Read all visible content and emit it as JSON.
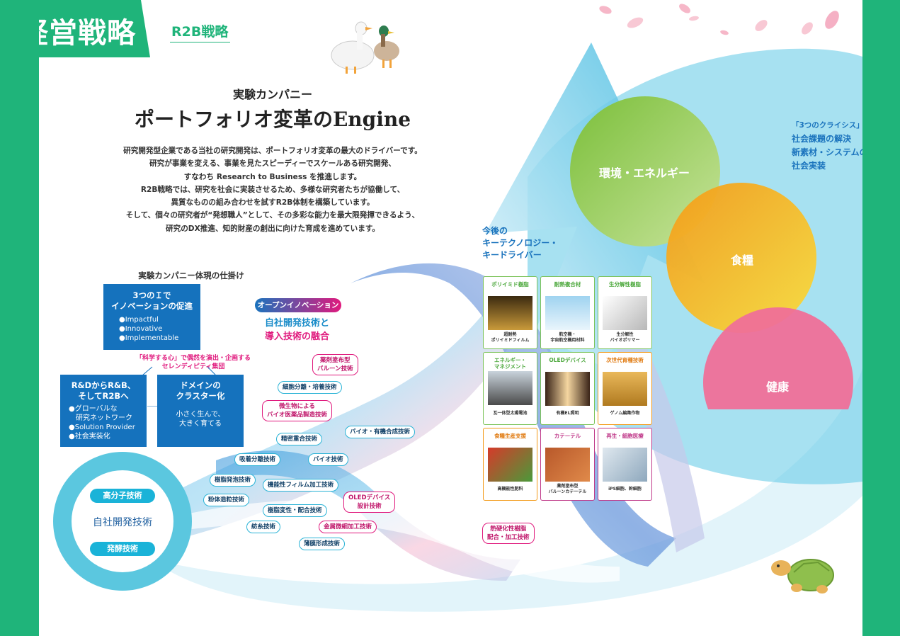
{
  "header": {
    "title": "経営戦略",
    "tag": "R2B戦略"
  },
  "hero": {
    "subtitle": "実験カンパニー",
    "title": "ポートフォリオ変革のEngine"
  },
  "intro_lines": [
    "研究開発型企業である当社の研究開発は、ポートフォリオ変革の最大のドライバーです。",
    "研究が事業を変える、事業を見たスピーディーでスケールある研究開発、",
    "すなわち Research to Business を推進します。",
    "R2B戦略では、研究を社会に実装させるため、多様な研究者たちが協働して、",
    "異質なものの組み合わせを試すR2B体制を構築しています。",
    "そして、個々の研究者が“発想職人”として、その多彩な能力を最大限発揮できるよう、",
    "研究のDX推進、知的財産の創出に向けた育成を進めています。"
  ],
  "mechanism": {
    "title": "実験カンパニー体現の仕掛け",
    "box1": {
      "heading_1": "3つのＩで",
      "heading_2": "イノベーションの促進",
      "items": [
        "●Impactful",
        "●Innovative",
        "●Implementable"
      ]
    },
    "serendipity_1": "「科学する心」で偶然を演出・企画する",
    "serendipity_2": "セレンディピティ集団",
    "box2": {
      "heading_1": "R&DからR&B、",
      "heading_2": "そしてR2Bへ",
      "items": [
        "●グローバルな",
        "　研究ネットワーク",
        "●Solution Provider",
        "●社会実装化"
      ]
    },
    "box3": {
      "heading_1": "ドメインの",
      "heading_2": "クラスター化",
      "text_1": "小さく生んで、",
      "text_2": "大きく育てる"
    }
  },
  "core": {
    "polymer": "高分子技術",
    "center": "自社開発技術",
    "fermentation": "発酵技術"
  },
  "open_innovation": {
    "pill": "オープンイノベーション",
    "line_1": "自社開発技術と",
    "line_2": "導入技術の融合"
  },
  "tech_tags": {
    "t01": "薬剤塗布型\nバルーン技術",
    "t02": "細胞分離・培養技術",
    "t03": "微生物による\nバイオ医薬品製造技術",
    "t04": "精密重合技術",
    "t05": "バイオ・有機合成技術",
    "t06": "吸着分離技術",
    "t07": "バイオ技術",
    "t08": "樹脂発泡技術",
    "t09": "機能性フィルム加工技術",
    "t10": "粉体造粒技術",
    "t11": "OLEDデバイス\n設計技術",
    "t12": "樹脂変性・配合技術",
    "t13": "紡糸技術",
    "t14": "金属微細加工技術",
    "t15": "薄膜形成技術",
    "t16": "熱硬化性樹脂\n配合・加工技術"
  },
  "key_tech": {
    "title_1": "今後の",
    "title_2": "キーテクノロジー・",
    "title_3": "キードライバー",
    "tiles": [
      {
        "title": "ポリイミド樹脂",
        "cap1": "超耐熱",
        "cap2": "ポリイミドフィルム",
        "icon": "antenna-photo"
      },
      {
        "title": "耐熱複合材",
        "cap1": "航空機・",
        "cap2": "宇宙航空機用材料",
        "icon": "airplane-photo"
      },
      {
        "title": "生分解性樹脂",
        "cap1": "生分解性",
        "cap2": "バイオポリマー",
        "icon": "biopolymer-photo"
      },
      {
        "title": "エネルギー・\nマネジメント",
        "cap1": "",
        "cap2": "瓦一体型太陽電池",
        "icon": "solar-roof-photo"
      },
      {
        "title": "OLEDデバイス",
        "cap1": "",
        "cap2": "有機EL照明",
        "icon": "oled-light-photo"
      },
      {
        "title": "次世代育種技術",
        "cap1": "",
        "cap2": "ゲノム編集作物",
        "icon": "wheat-photo"
      },
      {
        "title": "食糧生産支援",
        "cap1": "",
        "cap2": "高機能性肥料",
        "icon": "fertilizer-photo"
      },
      {
        "title": "カテーテル",
        "cap1": "薬剤塗布型",
        "cap2": "バルーンカテーテル",
        "icon": "catheter-photo"
      },
      {
        "title": "再生・細胞医療",
        "cap1": "",
        "cap2": "iPS細胞、幹細胞",
        "icon": "lab-photo"
      }
    ]
  },
  "crisis": {
    "line_1": "「3つのクライシス」",
    "line_2": "社会課題の解決",
    "line_3": "新素材・システムの",
    "line_4": "社会実装"
  },
  "circles": {
    "environment": "環境・エネルギー",
    "food": "食糧",
    "health": "健康"
  },
  "colors": {
    "brand_green": "#1fb47a",
    "blue": "#1572bd",
    "cyan": "#1ab3d8",
    "magenta": "#e0197d",
    "env_green": "#8cc63f",
    "food_orange": "#f5a623",
    "health_pink": "#ef6f98"
  }
}
